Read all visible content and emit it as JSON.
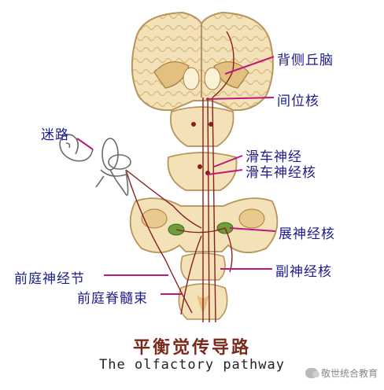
{
  "labels": {
    "dorsal_thalamus": "背侧丘脑",
    "interstitial_nucleus": "间位核",
    "vestibulocochlear": "迷路",
    "trochlear_nerve": "滑车神经",
    "trochlear_nucleus": "滑车神经核",
    "abducens_nucleus": "展神经核",
    "vestibular_ganglion": "前庭神经节",
    "accessory_nucleus": "副神经核",
    "vestibulospinal_tract": "前庭脊髓束"
  },
  "title_cn": "平衡觉传导路",
  "title_en": "The olfactory pathway",
  "watermark": "敬世统合教育",
  "colors": {
    "label_text": "#1b1a8c",
    "leader_line": "#c0187a",
    "tissue": "#f3e2b8",
    "tissue_outline": "#b8935a",
    "cortex": "#e9c98e",
    "pathway": "#8a1f1f",
    "nucleus_green": "#6f9d3a",
    "title_cn": "#7a2a1a"
  }
}
